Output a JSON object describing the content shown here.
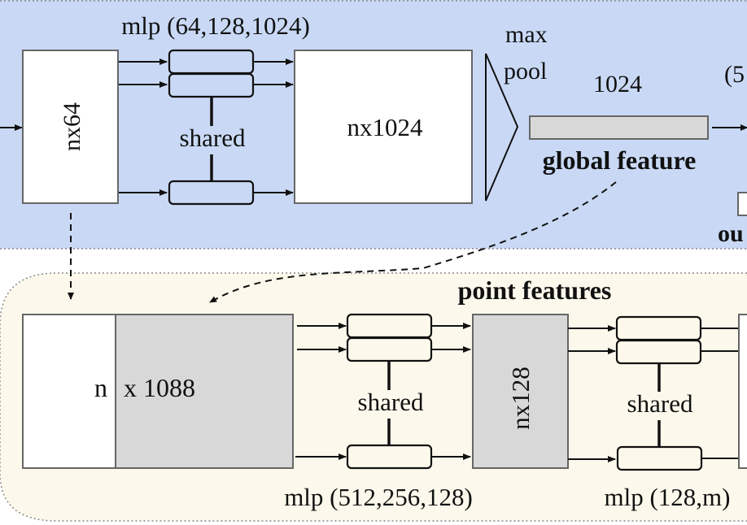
{
  "colors": {
    "top_panel_bg": "#c9d9f5",
    "bottom_panel_bg": "#fcf9ec",
    "box_white": "#ffffff",
    "box_gray": "#d8d8d8",
    "box_border": "#666666",
    "ink": "#111111"
  },
  "top": {
    "mlp_label": "mlp (64,128,1024)",
    "input_box_label": "nx64",
    "shared_label": "shared",
    "output_box_label": "nx1024",
    "maxpool_line1": "max",
    "maxpool_line2": "pool",
    "global_dim": "1024",
    "global_feature_label": "global feature",
    "cut_label_right": "(5",
    "cut_label_bottom_right": "ou"
  },
  "bottom": {
    "point_features_label": "point features",
    "concat_left_label": "n",
    "concat_right_label": "x 1088",
    "shared_label_1": "shared",
    "mlp1_label": "mlp (512,256,128)",
    "mid_box_label": "nx128",
    "shared_label_2": "shared",
    "mlp2_label": "mlp (128,m)"
  }
}
